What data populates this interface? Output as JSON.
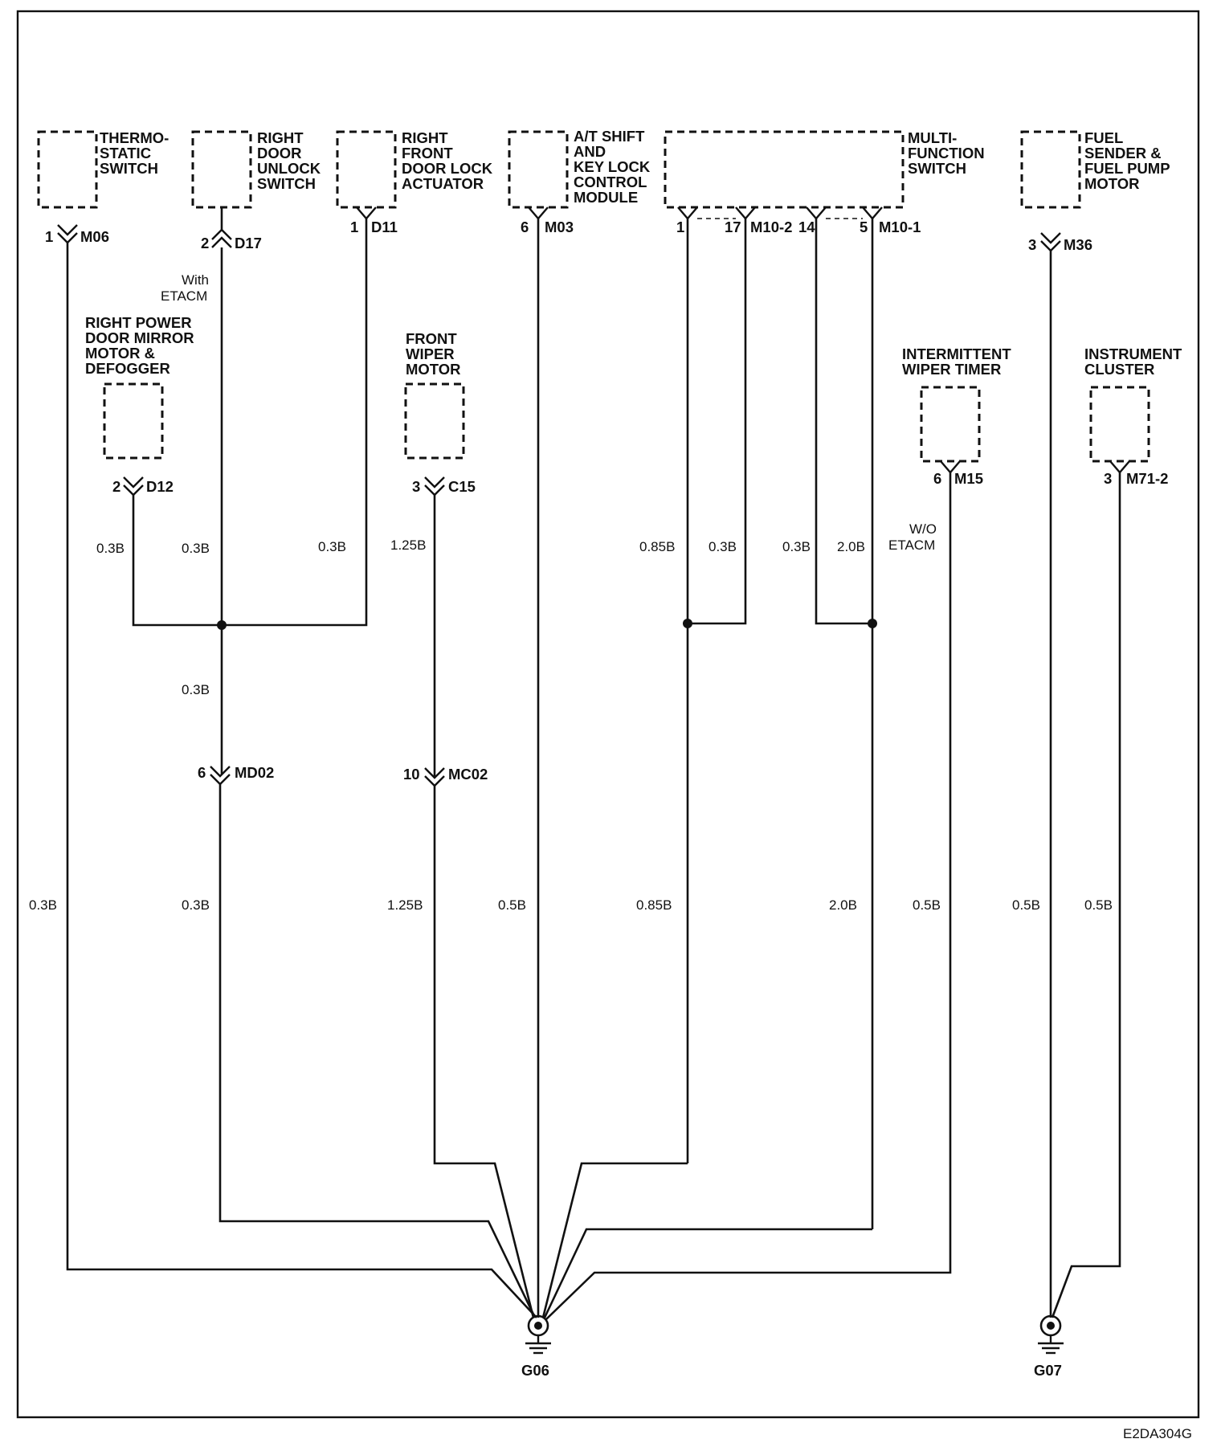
{
  "diagram_code": "E2DA304G",
  "components": {
    "thermostatic_switch": [
      "THERMO-",
      "STATIC",
      "SWITCH"
    ],
    "right_door_unlock_switch": [
      "RIGHT",
      "DOOR",
      "UNLOCK",
      "SWITCH"
    ],
    "right_front_door_lock_actuator": [
      "RIGHT",
      "FRONT",
      "DOOR LOCK",
      "ACTUATOR"
    ],
    "at_shift_key_lock_module": [
      "A/T SHIFT",
      "AND",
      "KEY LOCK",
      "CONTROL",
      "MODULE"
    ],
    "multi_function_switch": [
      "MULTI-",
      "FUNCTION",
      "SWITCH"
    ],
    "fuel_sender_pump_motor": [
      "FUEL",
      "SENDER &",
      "FUEL PUMP",
      "MOTOR"
    ],
    "right_power_door_mirror": [
      "RIGHT POWER",
      "DOOR MIRROR",
      "MOTOR &",
      "DEFOGGER"
    ],
    "front_wiper_motor": [
      "FRONT",
      "WIPER",
      "MOTOR"
    ],
    "intermittent_wiper_timer": [
      "INTERMITTENT",
      "WIPER TIMER"
    ],
    "instrument_cluster": [
      "INSTRUMENT",
      "CLUSTER"
    ]
  },
  "connectors": {
    "m06": {
      "pin": "1",
      "name": "M06"
    },
    "d17": {
      "pin": "2",
      "name": "D17"
    },
    "d11": {
      "pin": "1",
      "name": "D11"
    },
    "m03": {
      "pin": "6",
      "name": "M03"
    },
    "m10_2": {
      "pin_a": "1",
      "pin_b": "17",
      "name": "M10-2"
    },
    "m10_1": {
      "pin_a": "14",
      "pin_b": "5",
      "name": "M10-1"
    },
    "m36": {
      "pin": "3",
      "name": "M36"
    },
    "d12": {
      "pin": "2",
      "name": "D12"
    },
    "c15": {
      "pin": "3",
      "name": "C15"
    },
    "m15": {
      "pin": "6",
      "name": "M15"
    },
    "m71_2": {
      "pin": "3",
      "name": "M71-2"
    },
    "md02": {
      "pin": "6",
      "name": "MD02"
    },
    "mc02": {
      "pin": "10",
      "name": "MC02"
    }
  },
  "notes": {
    "with_etacm": [
      "With",
      "ETACM"
    ],
    "wo_etacm": [
      "W/O",
      "ETACM"
    ]
  },
  "wire_labels": {
    "d12": "0.3B",
    "d17_upper": "0.3B",
    "d11": "0.3B",
    "c15": "1.25B",
    "m10_pin1": "0.85B",
    "m10_pin17": "0.3B",
    "m10_pin14": "0.3B",
    "m10_pin5": "2.0B",
    "md02_upper": "0.3B",
    "m06_lower": "0.3B",
    "md02_lower": "0.3B",
    "mc02_lower": "1.25B",
    "m03_lower": "0.5B",
    "m10_left_lower": "0.85B",
    "m10_right_lower": "2.0B",
    "m15_lower": "0.5B",
    "m36_lower": "0.5B",
    "m71_lower": "0.5B"
  },
  "grounds": {
    "g06": "G06",
    "g07": "G07"
  }
}
